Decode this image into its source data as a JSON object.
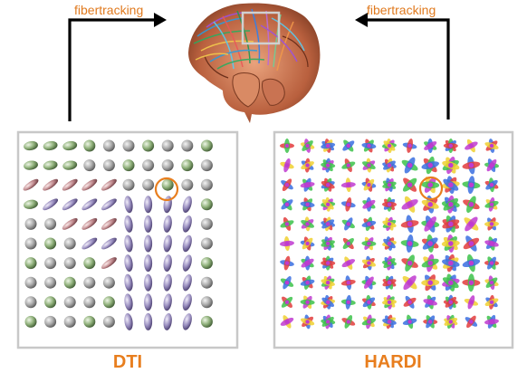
{
  "left_annotation": {
    "text": "fibertracking"
  },
  "right_annotation": {
    "text": "fibertracking"
  },
  "left_panel": {
    "title": "DTI"
  },
  "right_panel": {
    "title": "HARDI"
  },
  "colors": {
    "accent": "#e07a1f",
    "panel_border": "#c8c8c8",
    "arrow": "#000000",
    "highlight_circle": "#e87e1e"
  },
  "icons": {
    "brain": "brain-tractography-icon",
    "dti_glyph": "tensor-ellipsoid-glyph",
    "hardi_glyph": "odf-glyph"
  }
}
